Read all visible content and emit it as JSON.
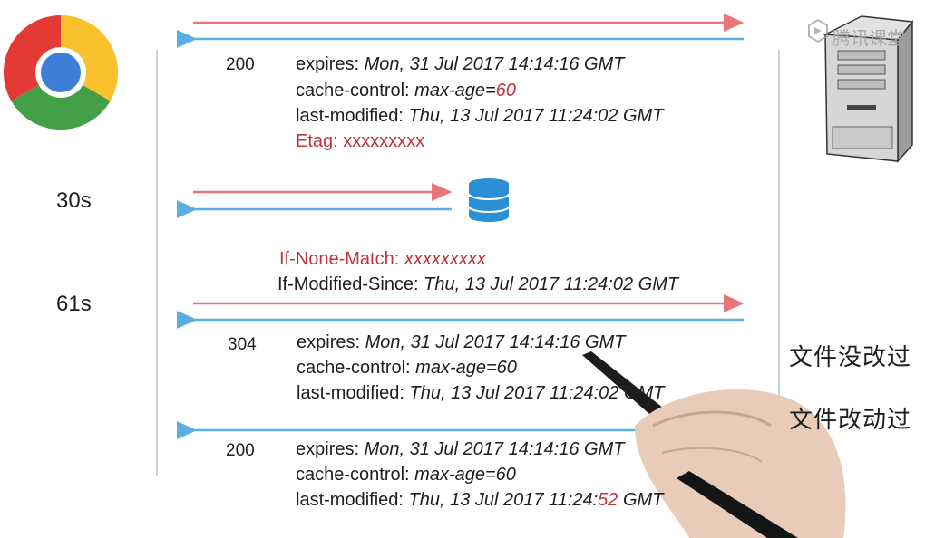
{
  "watermark": {
    "text": "腾讯课堂"
  },
  "times": {
    "t1": "30s",
    "t2": "61s"
  },
  "notes": {
    "unchanged": "文件没改过",
    "changed": "文件改动过"
  },
  "response1": {
    "status": "200",
    "expires_label": "expires: ",
    "expires_value": "Mon, 31 Jul 2017 14:14:16 GMT",
    "cache_label": "cache-control: ",
    "cache_value_prefix": "max-age=",
    "cache_value_num": "60",
    "lastmod_label": "last-modified: ",
    "lastmod_value": "Thu, 13 Jul 2017 11:24:02 GMT",
    "etag_label": "Etag: ",
    "etag_value": "xxxxxxxxx"
  },
  "request2": {
    "inm_label": "If-None-Match: ",
    "inm_value": "xxxxxxxxx",
    "ims_label": "If-Modified-Since: ",
    "ims_value": "Thu, 13 Jul 2017 11:24:02 GMT"
  },
  "response2": {
    "status": "304",
    "expires_label": "expires: ",
    "expires_value": "Mon, 31 Jul 2017 14:14:16 GMT",
    "cache_label": "cache-control: ",
    "cache_value": "max-age=60",
    "lastmod_label": "last-modified: ",
    "lastmod_value": "Thu, 13 Jul 2017 11:24:02 GMT"
  },
  "response3": {
    "status": "200",
    "expires_label": "expires: ",
    "expires_value": "Mon, 31 Jul 2017 14:14:16 GMT",
    "cache_label": "cache-control: ",
    "cache_value": "max-age=60",
    "lastmod_label": "last-modified: ",
    "lastmod_value_prefix": "Thu, 13 Jul 2017 11:24:",
    "lastmod_value_sec": "52",
    "lastmod_value_suffix": " GMT"
  },
  "colors": {
    "request_arrow": "#e8757a",
    "response_arrow": "#5aaee6",
    "accent_red": "#c0333a",
    "db_blue": "#2b8fd6"
  },
  "icons": [
    "chrome-browser-icon",
    "server-tower-icon",
    "database-icon",
    "pen-hand-image"
  ]
}
